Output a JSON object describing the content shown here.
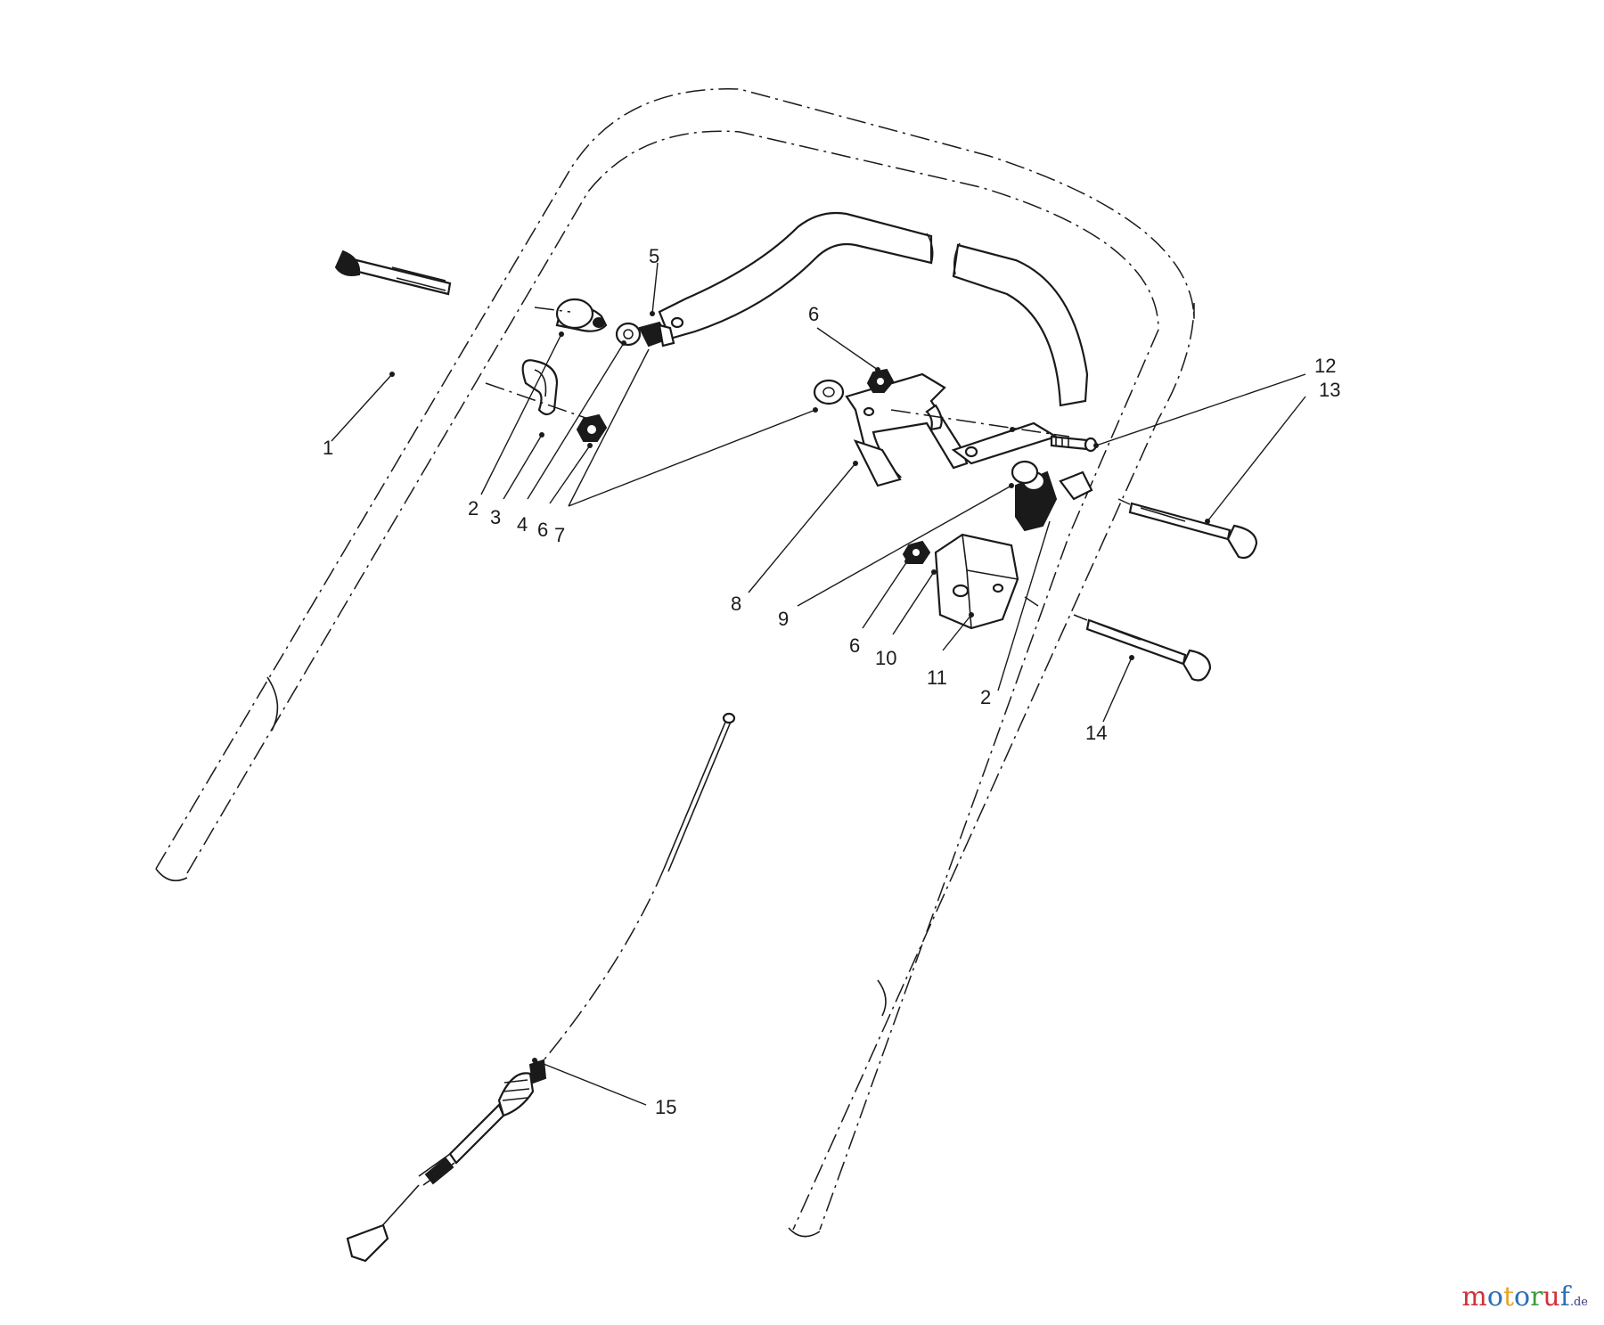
{
  "diagram": {
    "callouts": {
      "c1": "1",
      "c2a": "2",
      "c3": "3",
      "c4": "4",
      "c5": "5",
      "c6a": "6",
      "c6b": "6",
      "c6c": "6",
      "c7": "7",
      "c8": "8",
      "c9": "9",
      "c10": "10",
      "c11": "11",
      "c2b": "2",
      "c12": "12",
      "c13": "13",
      "c14": "14",
      "c15": "15"
    }
  },
  "watermark": {
    "letters": [
      "m",
      "o",
      "t",
      "o",
      "r",
      "u",
      "f"
    ],
    "colors": [
      "#d0313a",
      "#2c6fb7",
      "#e6a52b",
      "#2c6fb7",
      "#3c9a3c",
      "#d0313a",
      "#2c6fb7"
    ],
    "suffix": ".de"
  }
}
